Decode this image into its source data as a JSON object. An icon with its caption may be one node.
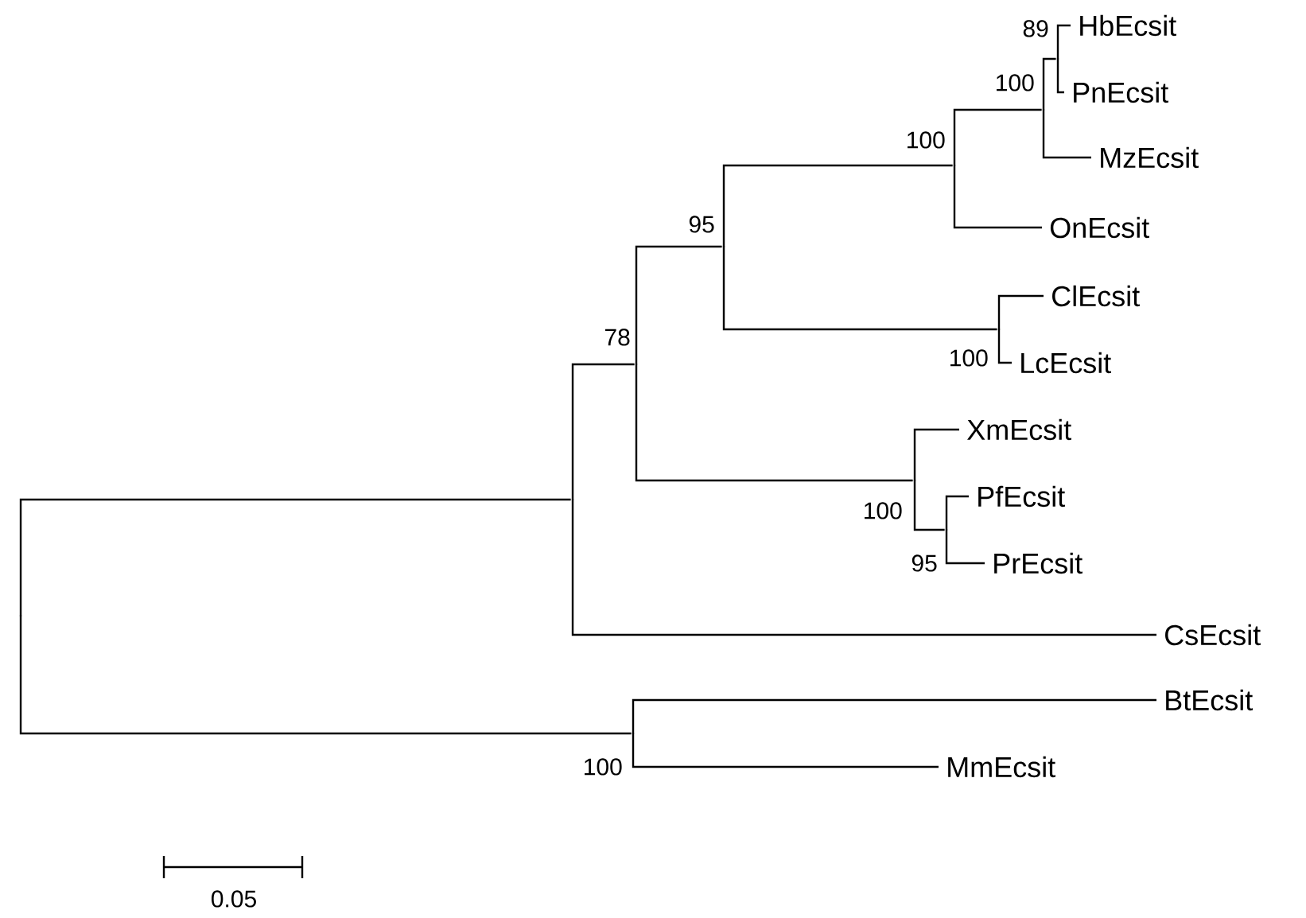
{
  "diagram": {
    "nodes": [
      {
        "text": [],
        "shape": "point"
      },
      {
        "text": [],
        "shape": "point"
      },
      {
        "text": [],
        "shape": "point",
        "beside": [
          "78"
        ]
      },
      {
        "text": [],
        "shape": "point",
        "beside": [
          "95"
        ]
      },
      {
        "text": [],
        "shape": "point",
        "beside": [
          "100"
        ]
      },
      {
        "text": [],
        "shape": "point",
        "beside": [
          "100"
        ]
      },
      {
        "text": [],
        "shape": "point",
        "beside": [
          "89"
        ]
      },
      {
        "text": [
          "HbEcsit"
        ]
      },
      {
        "text": [
          "PnEcsit"
        ]
      },
      {
        "text": [
          "MzEcsit"
        ]
      },
      {
        "text": [
          "OnEcsit"
        ]
      },
      {
        "text": [],
        "shape": "point",
        "beside": [
          "100"
        ]
      },
      {
        "text": [
          "ClEcsit"
        ]
      },
      {
        "text": [
          "LcEcsit"
        ]
      },
      {
        "text": [],
        "shape": "point",
        "beside": [
          "100"
        ]
      },
      {
        "text": [
          "XmEcsit"
        ]
      },
      {
        "text": [],
        "shape": "point",
        "beside": [
          "95"
        ]
      },
      {
        "text": [
          "PfEcsit"
        ]
      },
      {
        "text": [
          "PrEcsit"
        ]
      },
      {
        "text": [
          "CsEcsit"
        ]
      },
      {
        "text": [],
        "shape": "point",
        "beside": [
          "100"
        ]
      },
      {
        "text": [
          "BtEcsit"
        ]
      },
      {
        "text": [
          "MmEcsit"
        ]
      }
    ],
    "edges": [
      {
        "from": 0,
        "to": 1,
        "arrow": "none"
      },
      {
        "from": 0,
        "to": 20,
        "arrow": "none"
      },
      {
        "from": 1,
        "to": 2,
        "arrow": "none"
      },
      {
        "from": 1,
        "to": 19,
        "arrow": "none"
      },
      {
        "from": 2,
        "to": 3,
        "arrow": "none"
      },
      {
        "from": 2,
        "to": 14,
        "arrow": "none"
      },
      {
        "from": 3,
        "to": 4,
        "arrow": "none"
      },
      {
        "from": 3,
        "to": 11,
        "arrow": "none"
      },
      {
        "from": 4,
        "to": 5,
        "arrow": "none"
      },
      {
        "from": 4,
        "to": 10,
        "arrow": "none"
      },
      {
        "from": 5,
        "to": 6,
        "arrow": "none"
      },
      {
        "from": 5,
        "to": 9,
        "arrow": "none"
      },
      {
        "from": 6,
        "to": 7,
        "arrow": "none"
      },
      {
        "from": 6,
        "to": 8,
        "arrow": "none"
      },
      {
        "from": 11,
        "to": 12,
        "arrow": "none"
      },
      {
        "from": 11,
        "to": 13,
        "arrow": "none"
      },
      {
        "from": 14,
        "to": 15,
        "arrow": "none"
      },
      {
        "from": 14,
        "to": 16,
        "arrow": "none"
      },
      {
        "from": 16,
        "to": 17,
        "arrow": "none"
      },
      {
        "from": 16,
        "to": 18,
        "arrow": "none"
      },
      {
        "from": 20,
        "to": 21,
        "arrow": "none"
      },
      {
        "from": 20,
        "to": 22,
        "arrow": "none"
      }
    ],
    "labels": [
      "0.05"
    ]
  }
}
